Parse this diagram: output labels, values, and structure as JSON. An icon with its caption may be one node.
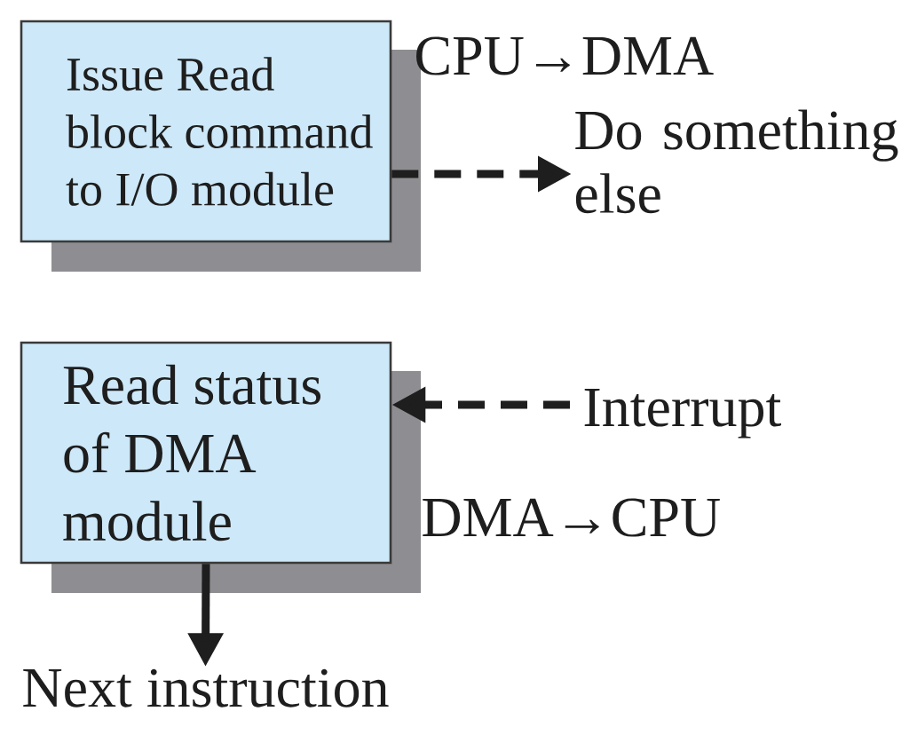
{
  "diagram": {
    "nodes": [
      {
        "text": [
          "Issue Read block command to I/O module"
        ]
      },
      {
        "text": [
          "Do something else"
        ]
      },
      {
        "text": [
          "Read status of DMA module"
        ]
      },
      {
        "text": [
          "Interrupt"
        ]
      },
      {
        "text": [
          "Next instruction"
        ]
      }
    ],
    "edges": [
      {
        "from": 0,
        "to": 1,
        "arrow": "to",
        "style": "dashed"
      },
      {
        "from": 3,
        "to": 2,
        "arrow": "to",
        "style": "dashed"
      },
      {
        "from": 2,
        "to": 4,
        "arrow": "to"
      }
    ],
    "labels": [
      "CPU→DMA",
      "DMA→CPU"
    ]
  }
}
